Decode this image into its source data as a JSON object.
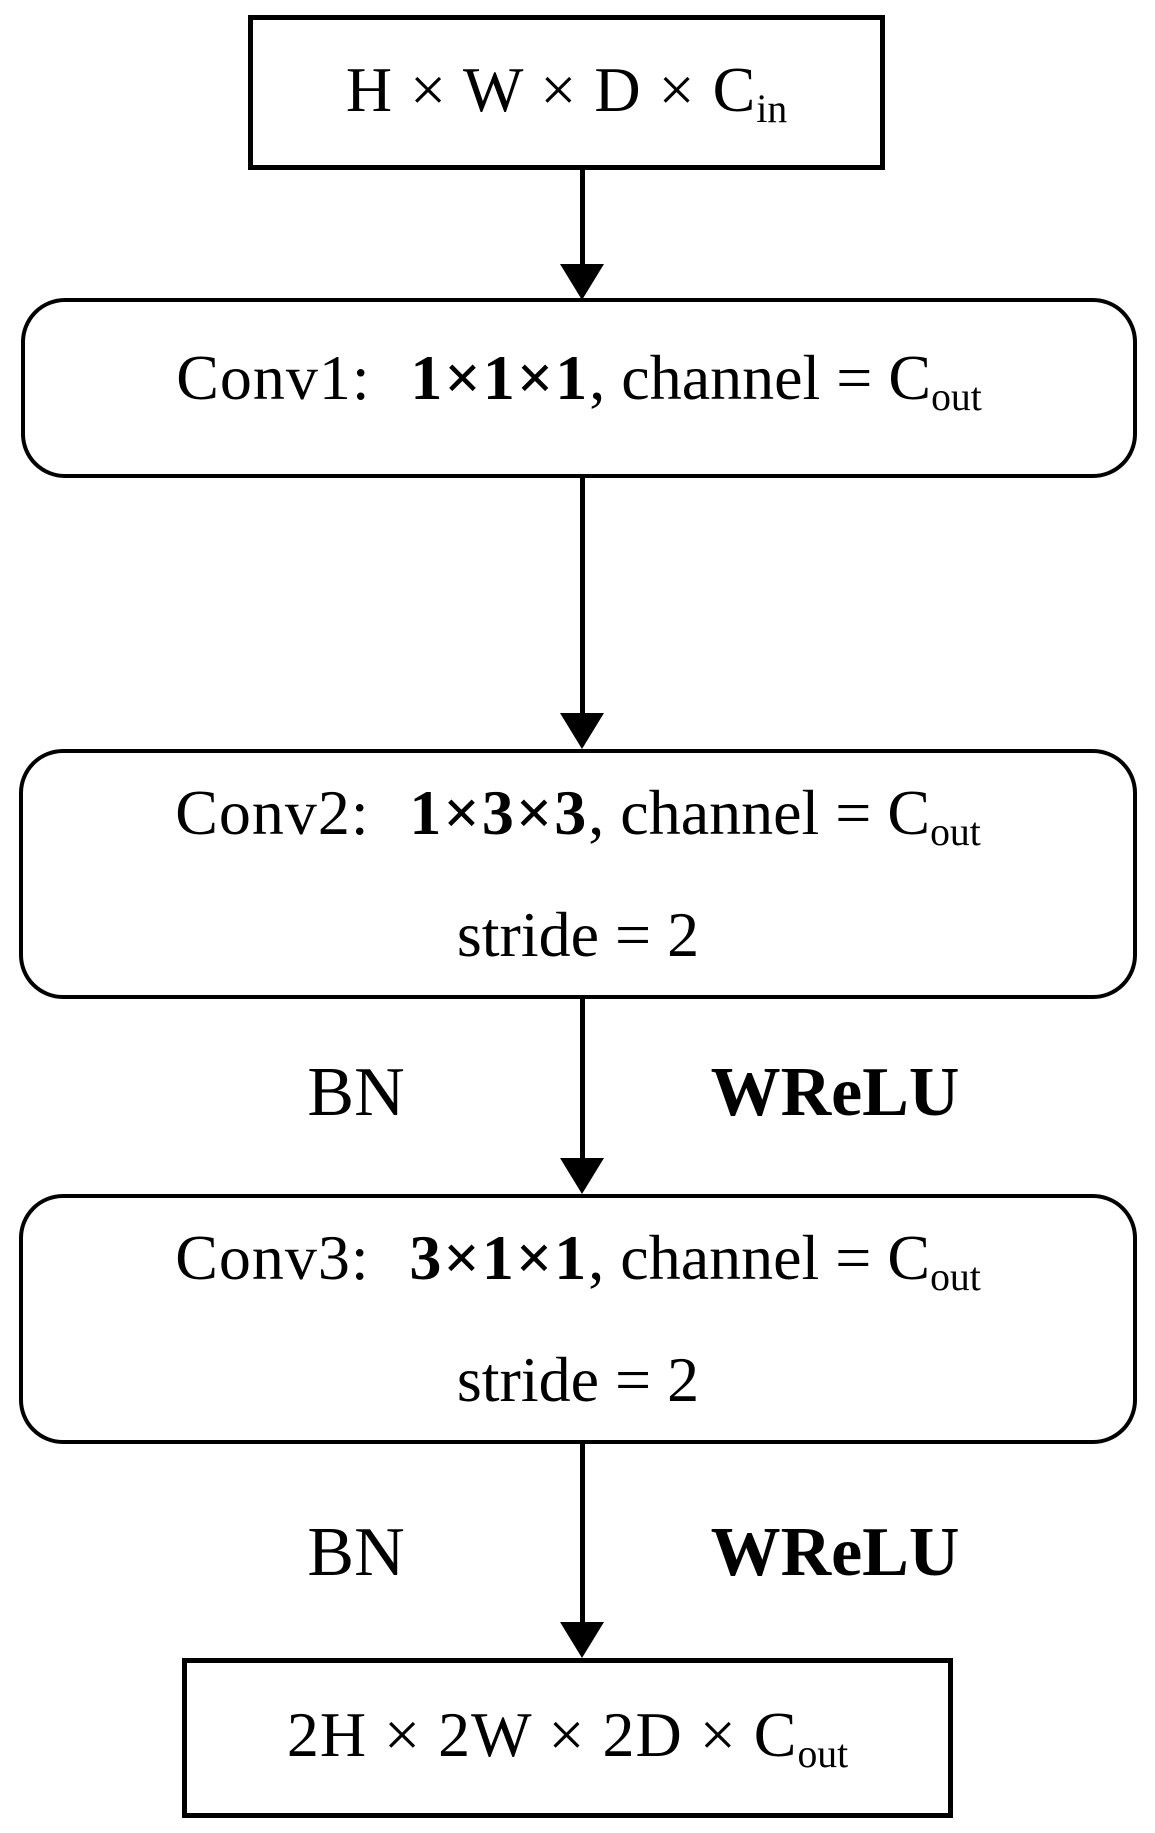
{
  "figure": {
    "background_color": "#ffffff",
    "line_color": "#000000",
    "input_box": {
      "dims": "H × W × D × C",
      "dims_subscript": "in"
    },
    "conv_blocks": [
      {
        "name": "Conv1:",
        "kernel": "1×1×1",
        "channel": ", channel = C",
        "channel_subscript": "out",
        "stride": ""
      },
      {
        "name": "Conv2:",
        "kernel": "1×3×3",
        "channel": ", channel = C",
        "channel_subscript": "out",
        "stride": "stride = 2"
      },
      {
        "name": "Conv3:",
        "kernel": "3×1×1",
        "channel": ", channel = C",
        "channel_subscript": "out",
        "stride": "stride = 2"
      }
    ],
    "activation_labels": [
      {
        "bn": "BN",
        "wrelu": "WReLU"
      },
      {
        "bn": "BN",
        "wrelu": "WReLU"
      }
    ],
    "output_box": {
      "dims": "2H × 2W × 2D × C",
      "dims_subscript": "out"
    }
  }
}
